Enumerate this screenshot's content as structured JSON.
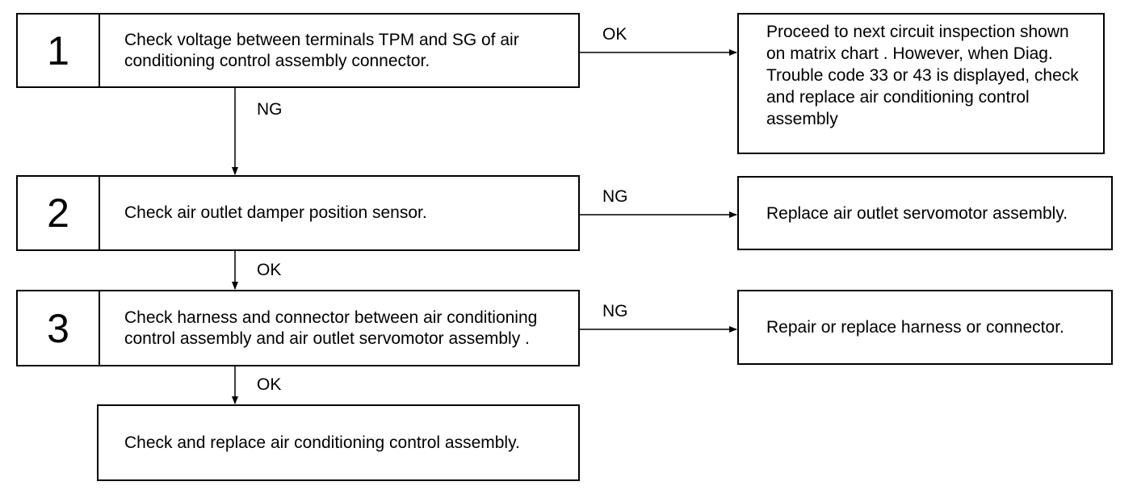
{
  "steps": [
    {
      "number": "1",
      "text": "Check voltage between terminals TPM and SG of air conditioning control assembly connector."
    },
    {
      "number": "2",
      "text": "Check air outlet damper position sensor."
    },
    {
      "number": "3",
      "text": "Check harness and connector between air conditioning control assembly and air outlet servomotor assembly ."
    }
  ],
  "results": [
    {
      "text": "Proceed to next circuit inspection shown on matrix chart . However, when Diag. Trouble code 33 or 43 is displayed, check and replace air conditioning control assembly"
    },
    {
      "text": "Replace air outlet servomotor assembly."
    },
    {
      "text": "Repair or replace harness or connector."
    }
  ],
  "final": {
    "text": "Check and replace air conditioning control assembly."
  },
  "labels": {
    "step1_right": "OK",
    "step1_down": "NG",
    "step2_right": "NG",
    "step2_down": "OK",
    "step3_right": "NG",
    "step3_down": "OK"
  }
}
